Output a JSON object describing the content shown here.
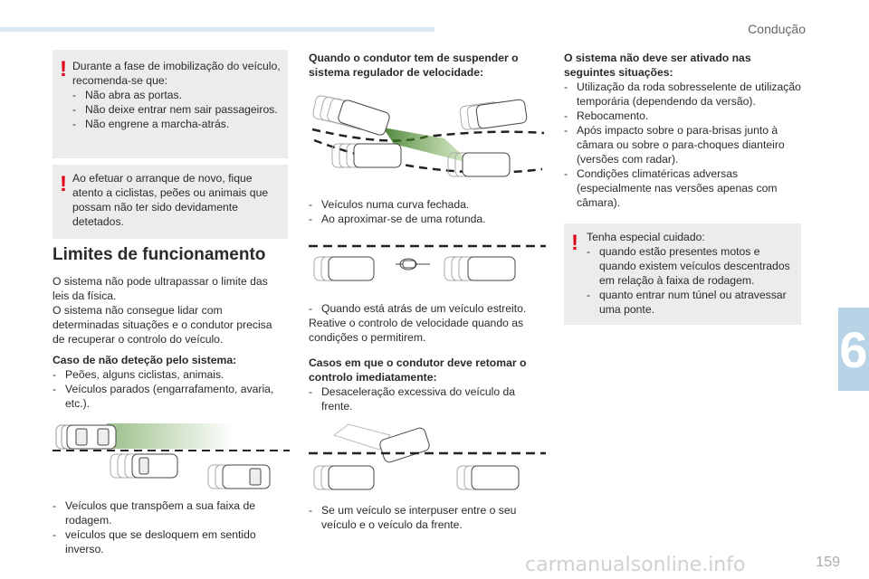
{
  "header": {
    "section": "Condução",
    "chapter": "6",
    "page": "159"
  },
  "watermark": "carmanualsonline.info",
  "col1": {
    "warning1": {
      "intro": "Durante a fase de imobilização do veículo, recomenda-se que:",
      "items": [
        "Não abra as portas.",
        "Não deixe entrar nem sair passageiros.",
        "Não engrene a marcha-atrás."
      ]
    },
    "warning2": "Ao efetuar o arranque de novo, fique atento a ciclistas, peões ou animais que possam não ter sido devidamente detetados.",
    "heading": "Limites de funcionamento",
    "para1": "O sistema não pode ultrapassar o limite das leis da física.",
    "para2": "O sistema não consegue lidar com determinadas situações e o condutor precisa de recuperar o controlo do veículo.",
    "no_detect_title": "Caso de não deteção pelo sistema:",
    "no_detect_items": [
      "Peões, alguns ciclistas, animais.",
      "Veículos parados (engarrafamento, avaria, etc.)."
    ],
    "bottom_items": [
      "Veículos que transpõem a sua faixa de rodagem.",
      "veículos que se desloquem em sentido inverso."
    ]
  },
  "col2": {
    "suspend_title": "Quando o condutor tem de suspender o sistema regulador de velocidade:",
    "curve_items": [
      "Veículos numa curva fechada.",
      "Ao aproximar-se de uma rotunda."
    ],
    "narrow_item": "Quando está atrás de um veículo estreito.",
    "narrow_note": "Reative o controlo de velocidade quando as condições o permitirem.",
    "resume_title": "Casos em que o condutor deve retomar o controlo imediatamente:",
    "resume_items": [
      "Desaceleração excessiva do veículo da frente."
    ],
    "cutin_item": "Se um veículo se interpuser entre o seu veículo e o veículo da frente."
  },
  "col3": {
    "not_active_title": "O sistema não deve ser ativado nas seguintes situações:",
    "not_active_items": [
      "Utilização da roda sobresselente de utilização temporária (dependendo da versão).",
      "Rebocamento.",
      "Após impacto sobre o para-brisas junto à câmara ou sobre o para-choques dianteiro (versões com radar).",
      "Condições climatéricas adversas (especialmente nas versões apenas com câmara)."
    ],
    "care_intro": "Tenha especial cuidado:",
    "care_items": [
      "quando estão presentes motos e quando existem veículos descentrados em relação à faixa de rodagem.",
      "quanto entrar num túnel ou atravessar uma ponte."
    ]
  },
  "colors": {
    "accent_bar": "#d7e7f3",
    "chapter_tab": "#b9d3e6",
    "warning_red": "#e1001a",
    "note_box": "#ececec",
    "green_beam": "#6fae3a"
  }
}
